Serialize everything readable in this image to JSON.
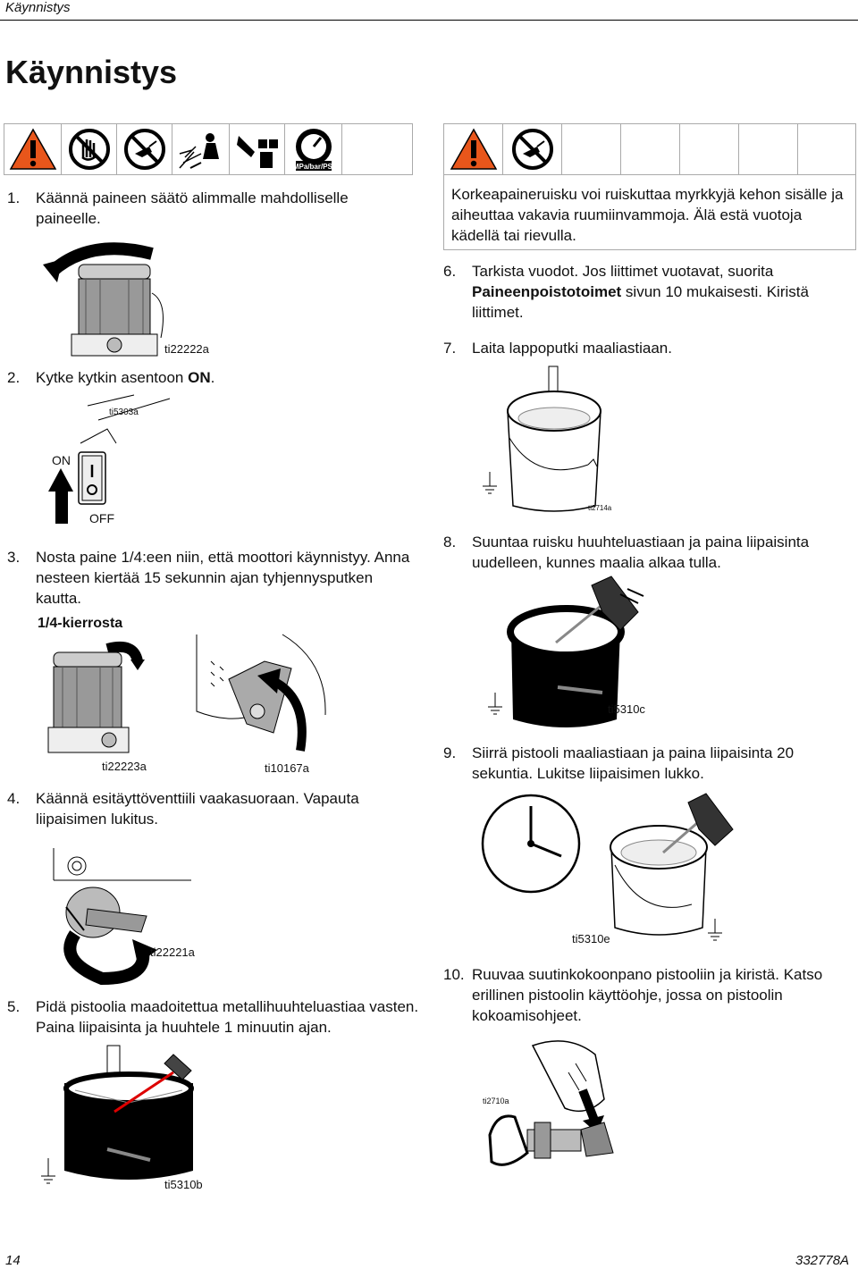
{
  "header": {
    "section": "Käynnistys"
  },
  "title": "Käynnistys",
  "warning": {
    "text": "Korkeapaineruisku voi ruiskuttaa myrkkyjä kehon sisälle ja aiheuttaa vakavia ruumiinvammoja. Älä estä vuotoja kädellä tai rievulla.",
    "icon_label": "MPa/bar/PSI"
  },
  "steps": [
    {
      "num": "1.",
      "text": "Käännä paineen säätö alimmalle mahdolliselle paineelle."
    },
    {
      "num": "2.",
      "text_pre": "Kytke kytkin asentoon ",
      "text_bold": "ON",
      "text_post": "."
    },
    {
      "num": "3.",
      "text": "Nosta paine 1/4:een niin, että moottori käynnistyy. Anna nesteen kiertää 15 sekunnin ajan tyhjennysputken kautta."
    },
    {
      "num": "4.",
      "text": "Käännä esitäyttöventtiili vaakasuoraan. Vapauta liipaisimen lukitus."
    },
    {
      "num": "5.",
      "text": "Pidä pistoolia maadoitettua metallihuuhteluastiaa vasten. Paina liipaisinta ja huuhtele 1 minuutin ajan."
    },
    {
      "num": "6.",
      "text_pre": "Tarkista vuodot. Jos liittimet vuotavat, suorita ",
      "text_bold": "Paineenpoistotoimet",
      "text_post": " sivun 10 mukaisesti. Kiristä liittimet."
    },
    {
      "num": "7.",
      "text": "Laita lappoputki maaliastiaan."
    },
    {
      "num": "8.",
      "text": "Suuntaa ruisku huuhteluastiaan ja paina liipaisinta uudelleen, kunnes maalia alkaa tulla."
    },
    {
      "num": "9.",
      "text": "Siirrä pistooli maaliastiaan ja paina liipaisinta 20 sekuntia. Lukitse liipaisimen lukko."
    },
    {
      "num": "10.",
      "text": "Ruuvaa suutinkokoonpano pistooliin ja kiristä. Katso erillinen pistoolin käyttöohje, jossa on pistoolin kokoamisohjeet."
    }
  ],
  "figures": {
    "fig1": "ti22222a",
    "fig2": "ti5303a",
    "switch_on": "ON",
    "switch_off": "OFF",
    "quarter_turn": "1/4-kierrosta",
    "fig3a": "ti22223a",
    "fig3b": "ti10167a",
    "fig4": "ti22221a",
    "fig5": "ti5310b",
    "fig7": "ti2714a",
    "fig8": "ti5310c",
    "fig9": "ti5310e",
    "fig10": "ti2710a"
  },
  "footer": {
    "page": "14",
    "doc": "332778A"
  },
  "colors": {
    "warning_orange": "#E8561B",
    "ink": "#111111",
    "gray": "#888888"
  }
}
